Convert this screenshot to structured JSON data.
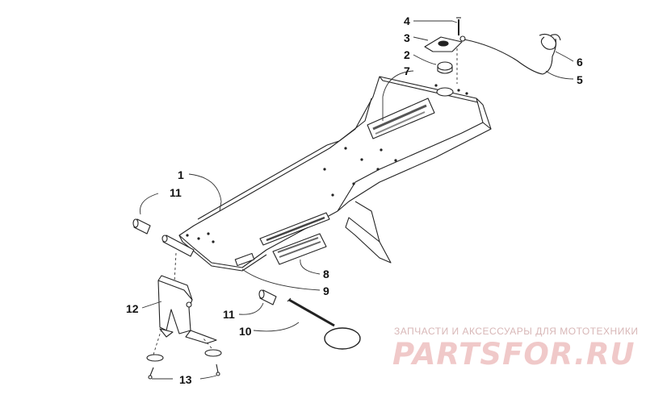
{
  "callouts": {
    "c1": "1",
    "c2": "2",
    "c3": "3",
    "c4": "4",
    "c5": "5",
    "c6": "6",
    "c7": "7",
    "c8": "8",
    "c9": "9",
    "c10": "10",
    "c11a": "11",
    "c11b": "11",
    "c12": "12",
    "c13": "13"
  },
  "watermark": {
    "tagline": "ЗАПЧАСТИ И АКСЕССУАРЫ ДЛЯ МОТОТЕХНИКИ",
    "logo": "PARTSFOR.RU"
  },
  "colors": {
    "line": "#222222",
    "watermark": "#f0c9c9"
  }
}
